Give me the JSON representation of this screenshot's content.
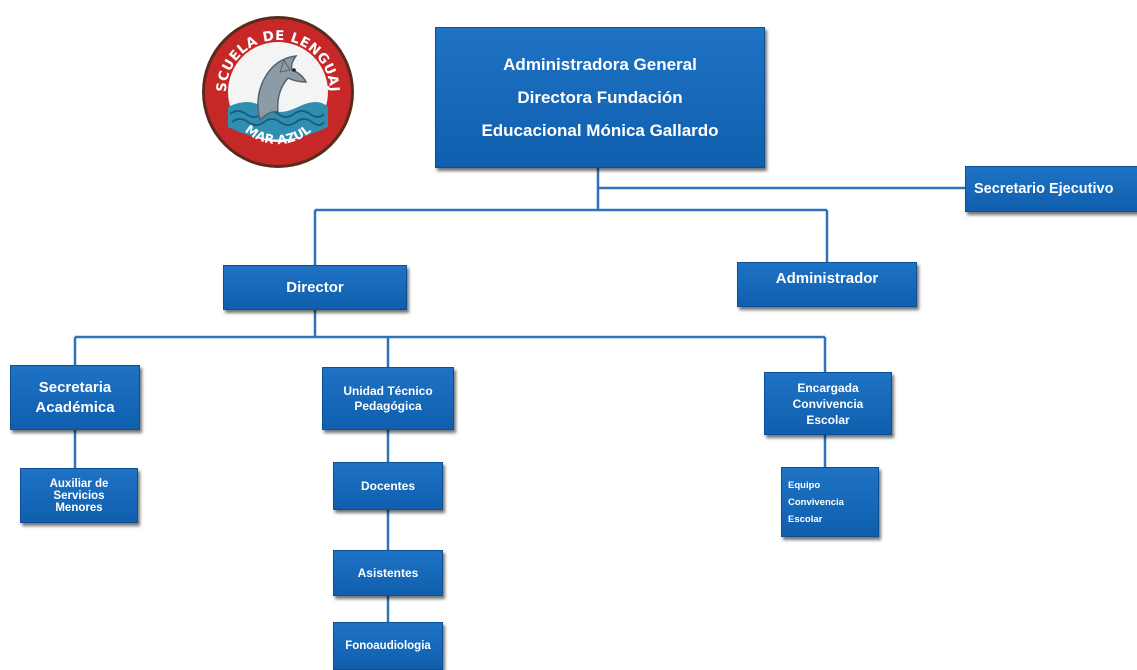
{
  "logo": {
    "top_text": "ESCUELA DE LENGUAJE",
    "bottom_text": "MAR AZUL",
    "icon": "dolphin-icon"
  },
  "colors": {
    "box": "#1565bd",
    "line": "#2e73b8",
    "logo_ring": "#c62828",
    "logo_sea": "#2e8fb0"
  },
  "org": {
    "general_admin": [
      "Administradora General",
      "Directora Fundación",
      "Educacional Mónica Gallardo"
    ],
    "executive_secretary": "Secretario Ejecutivo",
    "director": "Director",
    "administrator": "Administrador",
    "academic_secretary": [
      "Secretaria",
      "Académica"
    ],
    "minor_services": [
      "Auxiliar de",
      "Servicios",
      "Menores"
    ],
    "technical_unit": [
      "Unidad Técnico",
      "Pedagógica"
    ],
    "teachers": "Docentes",
    "assistants": "Asistentes",
    "speech_therapy": "Fonoaudiologia",
    "coexistence_lead": [
      "Encargada",
      "Convivencia",
      "Escolar"
    ],
    "coexistence_team": [
      "Equipo",
      "Convivencia",
      "Escolar"
    ]
  }
}
